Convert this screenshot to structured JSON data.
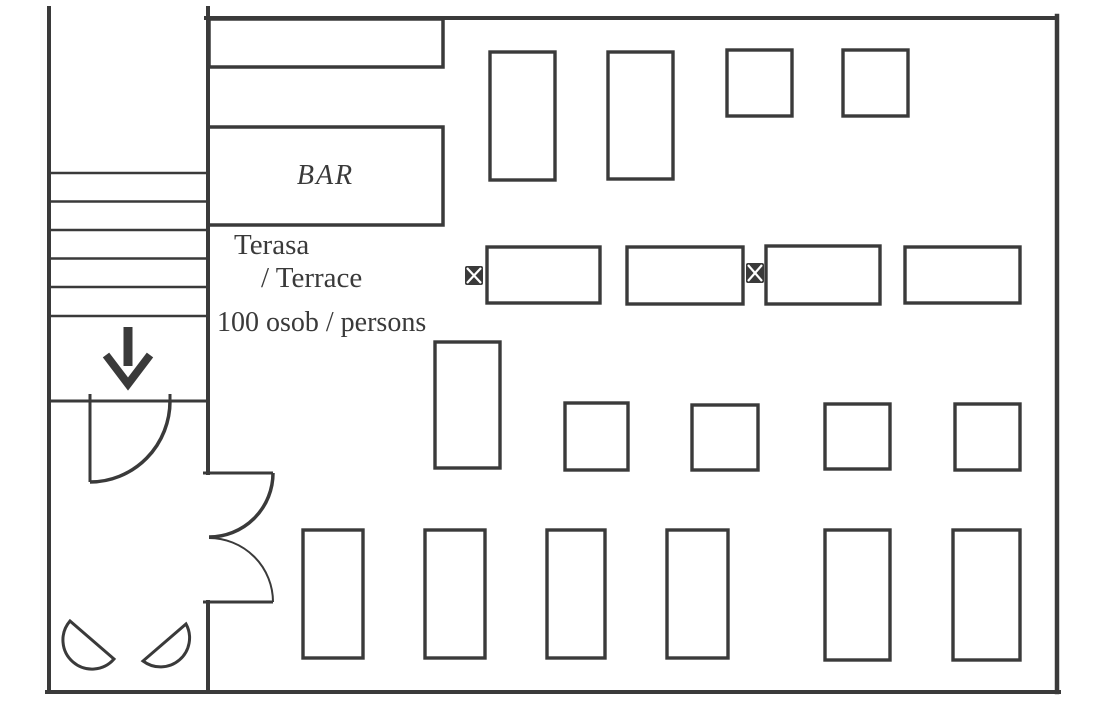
{
  "plan": {
    "labels": {
      "bar": "BAR",
      "area_line1": "Terasa",
      "area_line2": "/ Terrace",
      "capacity": "100 osob / persons"
    },
    "colors": {
      "line": "#3a3a3a",
      "background": "#ffffff",
      "marker_fill": "#3a3a3a",
      "marker_cross": "#ffffff"
    },
    "furniture": {
      "top_row_tables": 4,
      "middle_row_tables": 4,
      "column_markers": 2,
      "small_square_tables": 4,
      "bottom_row_tables": 6,
      "stair_steps": 6,
      "doors": 3
    }
  }
}
